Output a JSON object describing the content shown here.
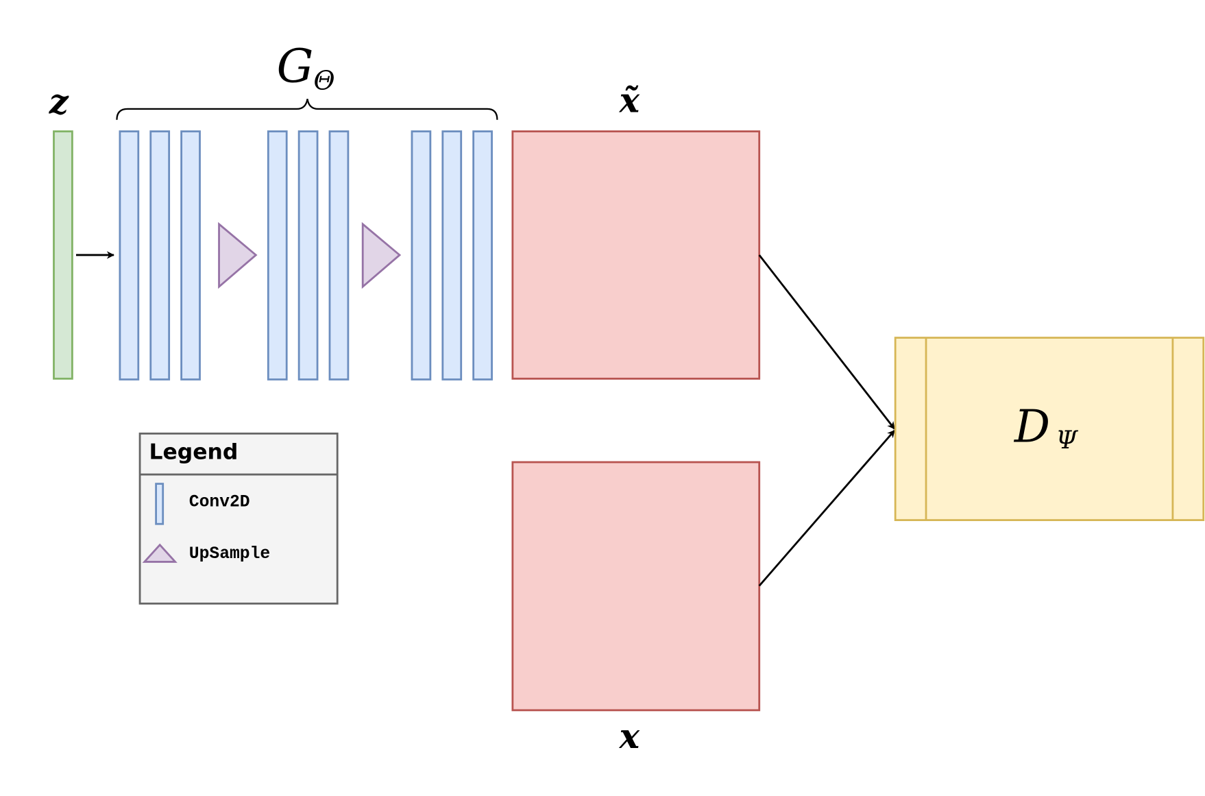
{
  "labels": {
    "z": "z",
    "generator": "G",
    "generator_sub": "Θ",
    "x_tilde": "x̃",
    "x": "x",
    "discriminator": "D",
    "discriminator_sub": "Ψ"
  },
  "legend": {
    "title": "Legend",
    "items": [
      {
        "label": "Conv2D",
        "icon": "conv-bar-icon"
      },
      {
        "label": "UpSample",
        "icon": "upsample-triangle-icon"
      }
    ]
  },
  "colors": {
    "latent_fill": "#d5e8d4",
    "latent_stroke": "#82b366",
    "conv_fill": "#dae8fc",
    "conv_stroke": "#6c8ebf",
    "upsample_fill": "#e1d5e7",
    "upsample_stroke": "#9673a6",
    "image_fill": "#f8cecc",
    "image_stroke": "#b85450",
    "disc_fill": "#fff2cc",
    "disc_stroke": "#d6b656",
    "legend_fill": "#f5f5f5",
    "legend_stroke": "#666666"
  }
}
